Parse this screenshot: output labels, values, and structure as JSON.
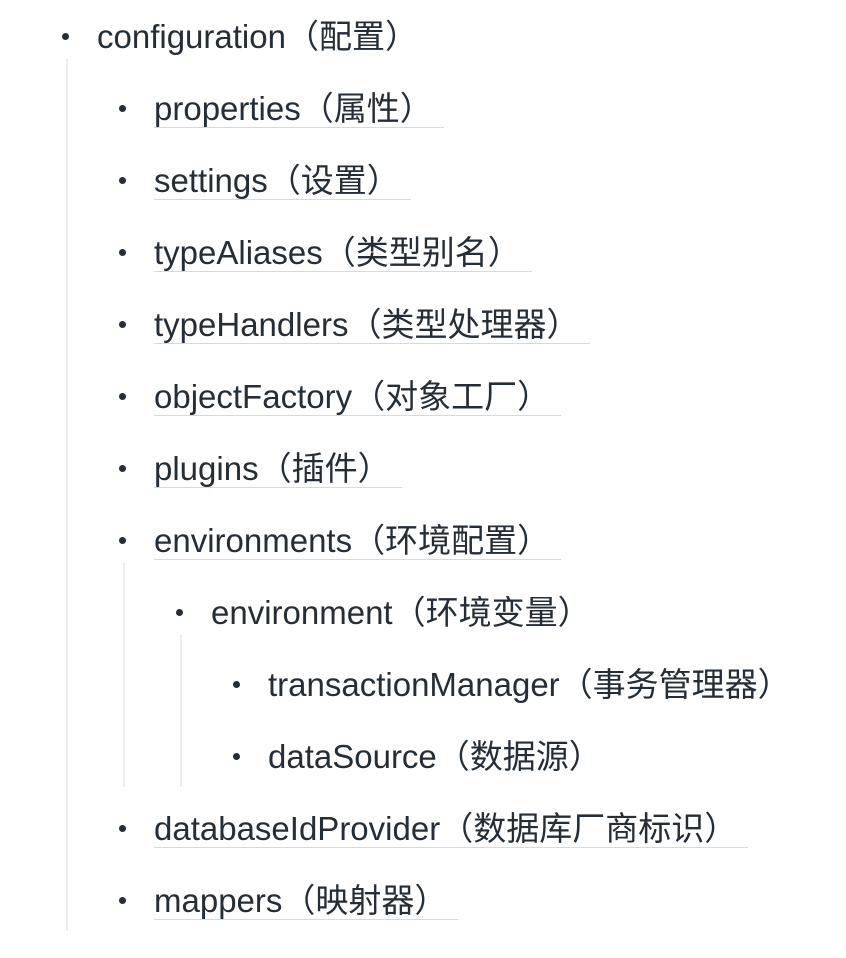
{
  "colors": {
    "background": "#ffffff",
    "text": "#252d36",
    "bullet": "#252d36",
    "link_underline": "#d9d9d9",
    "indent_guide": "#ededed"
  },
  "outline": {
    "name": "configuration-outline",
    "items": [
      {
        "id": "configuration",
        "label": "configuration（配置）",
        "link": false,
        "children": [
          {
            "id": "properties",
            "label": "properties（属性）",
            "link": true
          },
          {
            "id": "settings",
            "label": "settings（设置）",
            "link": true
          },
          {
            "id": "typeAliases",
            "label": "typeAliases（类型别名）",
            "link": true
          },
          {
            "id": "typeHandlers",
            "label": "typeHandlers（类型处理器）",
            "link": true
          },
          {
            "id": "objectFactory",
            "label": "objectFactory（对象工厂）",
            "link": true
          },
          {
            "id": "plugins",
            "label": "plugins（插件）",
            "link": true
          },
          {
            "id": "environments",
            "label": "environments（环境配置）",
            "link": true,
            "children": [
              {
                "id": "environment",
                "label": "environment（环境变量）",
                "link": false,
                "children": [
                  {
                    "id": "transactionManager",
                    "label": "transactionManager（事务管理器）",
                    "link": false
                  },
                  {
                    "id": "dataSource",
                    "label": "dataSource（数据源）",
                    "link": false
                  }
                ]
              }
            ]
          },
          {
            "id": "databaseIdProvider",
            "label": "databaseIdProvider（数据库厂商标识）",
            "link": true
          },
          {
            "id": "mappers",
            "label": "mappers（映射器）",
            "link": true
          }
        ]
      }
    ]
  }
}
